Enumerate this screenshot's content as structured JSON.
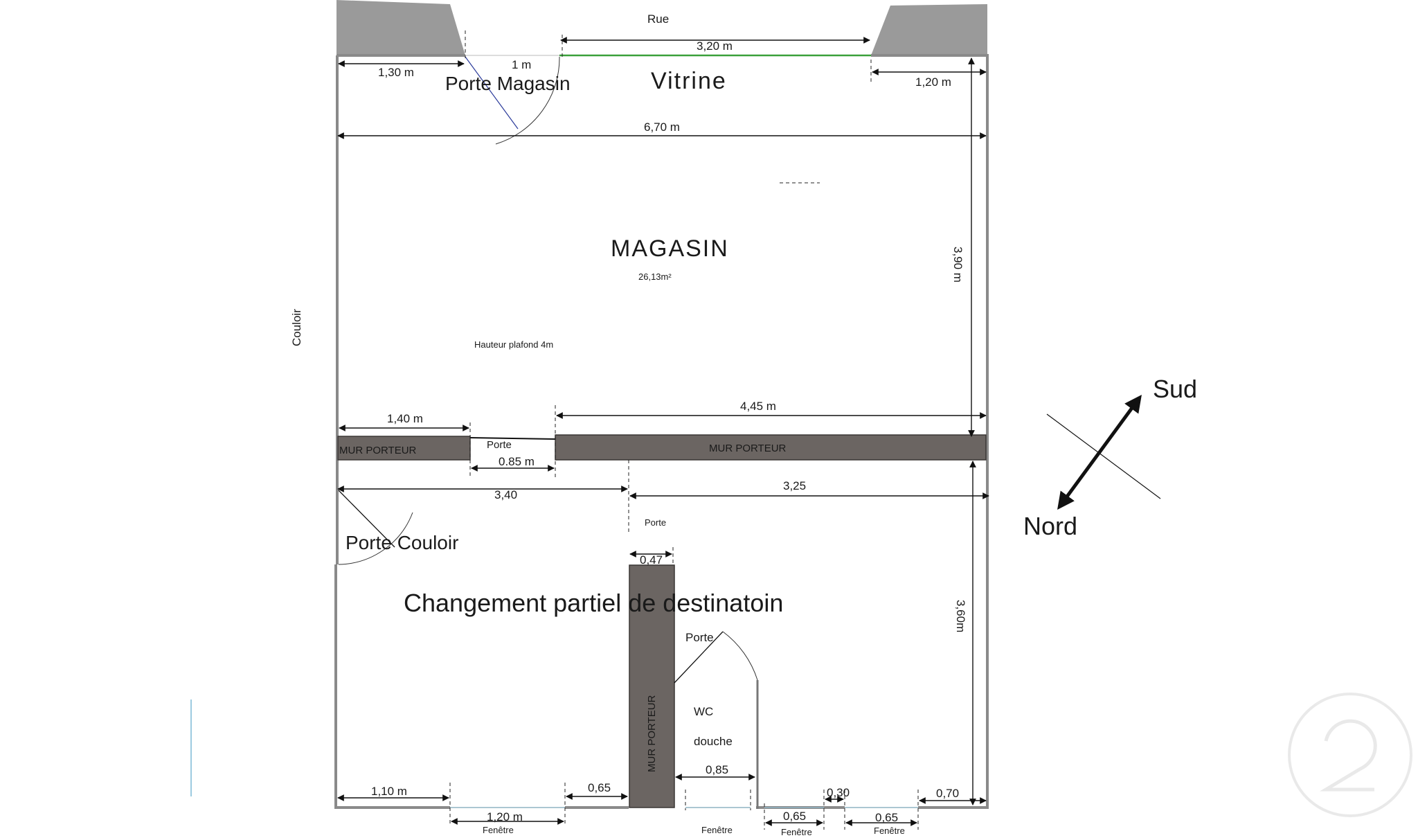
{
  "plan": {
    "street": "Rue",
    "shop_door": "Porte Magasin",
    "shop_window": "Vitrine",
    "room_name": "MAGASIN",
    "room_area": "26,13m²",
    "ceiling_height": "Hauteur plafond  4m",
    "corridor": "Couloir",
    "bearing_wall": "MUR PORTEUR",
    "door": "Porte",
    "corridor_door": "Porte Couloir",
    "change_note": "Changement partiel de destinatoin",
    "wc": "WC",
    "shower": "douche",
    "window": "Fenêtre",
    "dimensions": {
      "d_130": "1,30 m",
      "d_1m": "1 m",
      "d_320": "3,20 m",
      "d_120_top": "1,20 m",
      "d_670": "6,70 m",
      "d_390": "3,90 m",
      "d_140": "1,40 m",
      "d_445": "4,45 m",
      "d_085_door": "0.85 m",
      "d_340": "3,40",
      "d_325": "3,25",
      "d_047": "0,47",
      "d_360": "3,60m",
      "d_110": "1,10 m",
      "d_120_bottom": "1,20 m",
      "d_065_a": "0,65",
      "d_085_wc": "0,85",
      "d_065_b": "0,65",
      "d_030": "0,30",
      "d_065_c": "0,65",
      "d_070": "0,70"
    }
  },
  "compass": {
    "south": "Sud",
    "north": "Nord"
  },
  "colors": {
    "wall": "#6b6562",
    "window_glass": "#3aa03a",
    "door_swing": "#2a3a9a"
  }
}
